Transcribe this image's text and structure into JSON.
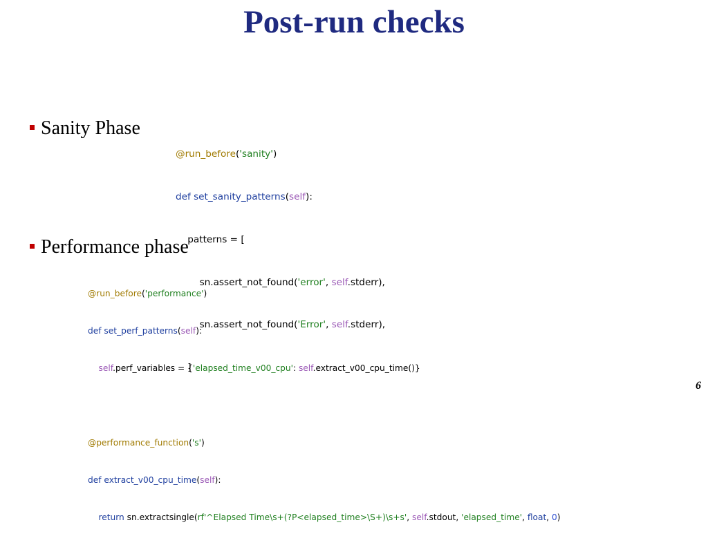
{
  "slide": {
    "title": "Post-run checks",
    "page_number": "6"
  },
  "colors": {
    "title": "#1f2a80",
    "bullet_marker": "#c00000",
    "decorator": "#a07a00",
    "string": "#1f7f1f",
    "keyword": "#1f3f9f",
    "self": "#9b59b6"
  },
  "sanity": {
    "bullet": "Sanity Phase",
    "code": {
      "l1_deco": "@run_before",
      "l1_p1": "(",
      "l1_str": "'sanity'",
      "l1_p2": ")",
      "l2_kw": "def",
      "l2_fn": " set_sanity_patterns",
      "l2_p1": "(",
      "l2_self": "self",
      "l2_p2": "):",
      "l3": "    patterns = [",
      "l4_a": "        sn.assert_not_found(",
      "l4_str": "'error'",
      "l4_b": ", ",
      "l4_self": "self",
      "l4_c": ".stderr),",
      "l5_a": "        sn.assert_not_found(",
      "l5_str": "'Error'",
      "l5_b": ", ",
      "l5_self": "self",
      "l5_c": ".stderr),",
      "l6": "    ]"
    }
  },
  "performance": {
    "bullet": "Performance phase",
    "code": {
      "l1_deco": "@run_before",
      "l1_p1": "(",
      "l1_str": "'performance'",
      "l1_p2": ")",
      "l2_kw": "def",
      "l2_fn": " set_perf_patterns",
      "l2_p1": "(",
      "l2_self": "self",
      "l2_p2": "):",
      "l3_indent": "    ",
      "l3_self": "self",
      "l3_a": ".perf_variables = {",
      "l3_str": "'elapsed_time_v00_cpu'",
      "l3_b": ": ",
      "l3_self2": "self",
      "l3_c": ".extract_v00_cpu_time()}",
      "l5_deco": "@performance_function",
      "l5_p1": "(",
      "l5_str": "'s'",
      "l5_p2": ")",
      "l6_kw": "def",
      "l6_fn": " extract_v00_cpu_time",
      "l6_p1": "(",
      "l6_self": "self",
      "l6_p2": "):",
      "l7_indent": "    ",
      "l7_kw": "return",
      "l7_a": " sn.extractsingle(",
      "l7_str1": "rf'^Elapsed Time\\s+(?P<elapsed_time>\\S+)\\s+s'",
      "l7_b": ", ",
      "l7_self": "self",
      "l7_c": ".stdout, ",
      "l7_str2": "'elapsed_time'",
      "l7_d": ", ",
      "l7_kw2": "float",
      "l7_e": ", ",
      "l7_num": "0",
      "l7_f": ")"
    }
  }
}
